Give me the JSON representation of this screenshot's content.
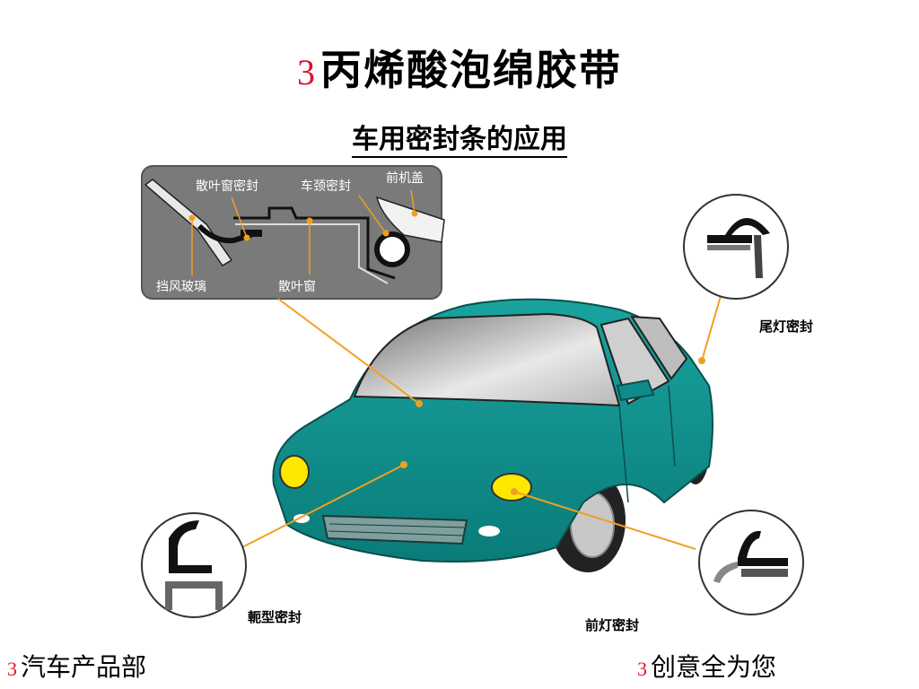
{
  "title": {
    "number": "3",
    "text": "丙烯酸泡绵胶带"
  },
  "subtitle": "车用密封条的应用",
  "inset_labels": {
    "vent_seal": "散叶窗密封",
    "cowl_seal": "车颈密封",
    "hood": "前机盖",
    "windshield": "挡风玻璃",
    "vent": "散叶窗"
  },
  "callouts": {
    "taillight": "尾灯密封",
    "u_seal": "軛型密封",
    "headlight": "前灯密封"
  },
  "footer": {
    "left_number": "3",
    "left_text": "汽车产品部",
    "right_number": "3",
    "right_text": "创意全为您"
  },
  "colors": {
    "accent_red": "#e0102a",
    "car_teal": "#0e8c8a",
    "leader_orange": "#f0a020",
    "inset_bg": "#7a7a7a"
  }
}
